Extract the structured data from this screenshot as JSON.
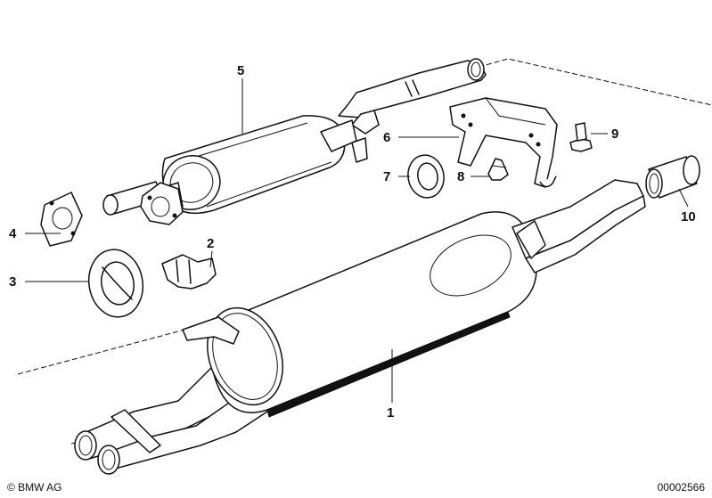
{
  "diagram": {
    "callouts": [
      {
        "id": "1",
        "label": "1"
      },
      {
        "id": "2",
        "label": "2"
      },
      {
        "id": "3",
        "label": "3"
      },
      {
        "id": "4",
        "label": "4"
      },
      {
        "id": "5",
        "label": "5"
      },
      {
        "id": "6",
        "label": "6"
      },
      {
        "id": "7",
        "label": "7"
      },
      {
        "id": "8",
        "label": "8"
      },
      {
        "id": "9",
        "label": "9"
      },
      {
        "id": "10",
        "label": "10"
      }
    ]
  },
  "footer": {
    "copyright": "© BMW AG",
    "document_number": "00002566"
  }
}
